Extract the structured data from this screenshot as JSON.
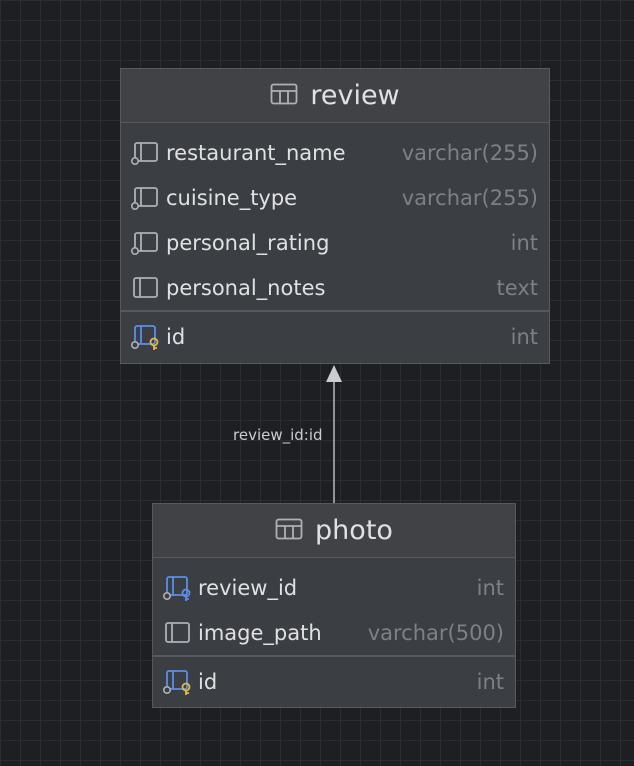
{
  "tables": {
    "review": {
      "name": "review",
      "columns": [
        {
          "name": "restaurant_name",
          "type": "varchar(255)",
          "icon": "column-not-null-icon"
        },
        {
          "name": "cuisine_type",
          "type": "varchar(255)",
          "icon": "column-not-null-icon"
        },
        {
          "name": "personal_rating",
          "type": "int",
          "icon": "column-not-null-icon"
        },
        {
          "name": "personal_notes",
          "type": "text",
          "icon": "column-icon"
        }
      ],
      "primary_key": {
        "name": "id",
        "type": "int",
        "icon": "primary-key-icon"
      }
    },
    "photo": {
      "name": "photo",
      "columns": [
        {
          "name": "review_id",
          "type": "int",
          "icon": "foreign-key-icon"
        },
        {
          "name": "image_path",
          "type": "varchar(500)",
          "icon": "column-icon"
        }
      ],
      "primary_key": {
        "name": "id",
        "type": "int",
        "icon": "primary-key-icon"
      }
    }
  },
  "relationship": {
    "from": "photo",
    "to": "review",
    "label": "review_id:id"
  },
  "colors": {
    "background": "#1e1f22",
    "grid": "#2b2d31",
    "table_body": "#3b3e42",
    "table_header": "#404245",
    "border": "#56595e",
    "text": "#dfe1e5",
    "type_text": "#7d8087",
    "key_gold": "#e0b94a",
    "key_blue": "#5c8fe6",
    "edge": "#c9ccd1"
  }
}
